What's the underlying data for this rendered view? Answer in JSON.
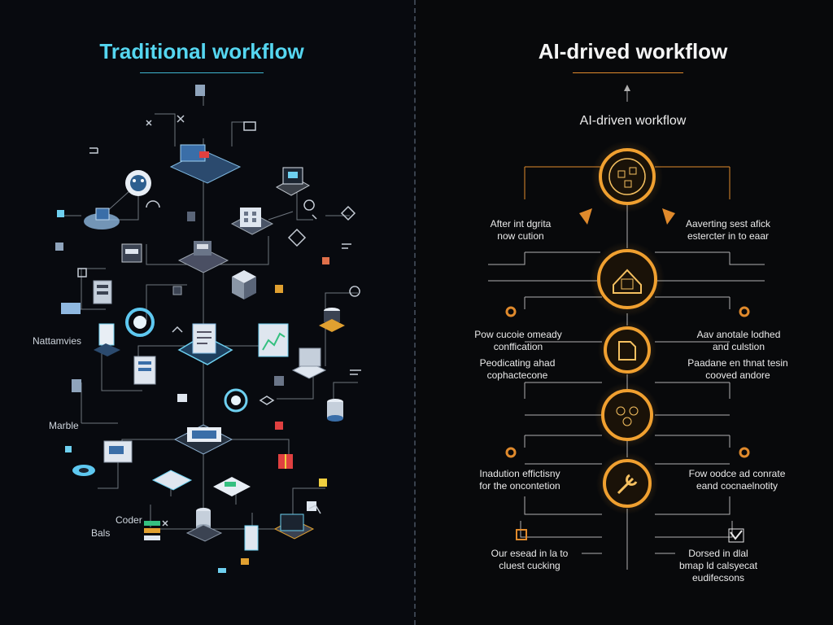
{
  "left": {
    "title": "Traditional workflow",
    "labels": {
      "networks": "Nattamvies",
      "mobile": "Marble",
      "coder": "Coder",
      "bots": "Bals"
    }
  },
  "right": {
    "title": "AI-drived workflow",
    "subtitle": "AI-driven workflow",
    "steps": [
      {
        "left": [
          "After int dgrita",
          "now cution"
        ],
        "right": [
          "Aaverting sest afick",
          "estercter in to eaar"
        ]
      },
      {
        "left": [
          "Pow cucoie omeady",
          "conffication"
        ],
        "right": [
          "Aav anotale lodhed",
          "and culstion"
        ]
      },
      {
        "left": [
          "Peodicating ahad",
          "cophactecone"
        ],
        "right": [
          "Paadane en thnat tesin",
          "cooved andore"
        ]
      },
      {
        "left": [
          "Inadution effictisny",
          "for the oncontetion"
        ],
        "right": [
          "Fow oodce ad conrate",
          "eand cocnaelnotity"
        ]
      },
      {
        "left": [
          "Our esead in la to",
          "cluest cucking"
        ],
        "right": [
          "Dorsed in dlal",
          "bmap ld calsyecat",
          "eudifecsons"
        ]
      }
    ]
  },
  "colors": {
    "left_accent": "#55d6f0",
    "right_accent": "#f0a030",
    "connector": "#b8b8b8"
  },
  "icons": {
    "left_nodes": "isometric-device-icons",
    "right_nodes": "ai-process-icons"
  }
}
